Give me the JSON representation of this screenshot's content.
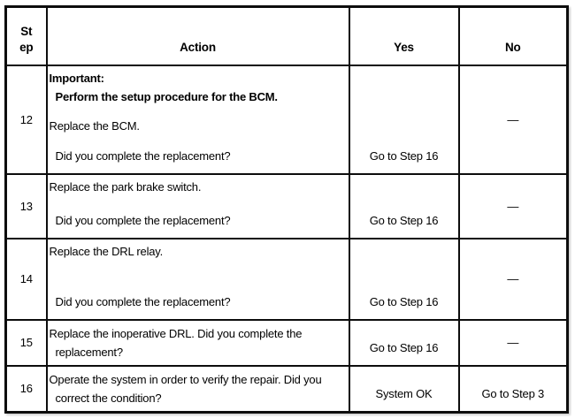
{
  "colors": {
    "border": "#0d0d0d",
    "text": "#000000",
    "background": "#ffffff"
  },
  "header": {
    "step": "St ep",
    "action": "Action",
    "yes": "Yes",
    "no": "No"
  },
  "rows": {
    "r12": {
      "step": "12",
      "important_label": "Important:",
      "important_text": "Perform the setup procedure for the BCM.",
      "action": "Replace the BCM.",
      "question": "Did you complete the replacement?",
      "yes": "Go to Step 16",
      "no": "—"
    },
    "r13": {
      "step": "13",
      "action": "Replace the park brake switch.",
      "question": "Did you complete the replacement?",
      "yes": "Go to Step 16",
      "no": "—"
    },
    "r14": {
      "step": "14",
      "action": "Replace the DRL relay.",
      "question": "Did you complete the replacement?",
      "yes": "Go to Step 16",
      "no": "—"
    },
    "r15": {
      "step": "15",
      "action_line1": "Replace the inoperative DRL. Did you complete the",
      "action_line2": "replacement?",
      "yes": "Go to Step 16",
      "no": "—"
    },
    "r16": {
      "step": "16",
      "action_line1": "Operate the system in order to verify the repair. Did you",
      "action_line2": "correct the condition?",
      "yes": "System OK",
      "no": "Go to Step 3"
    }
  }
}
